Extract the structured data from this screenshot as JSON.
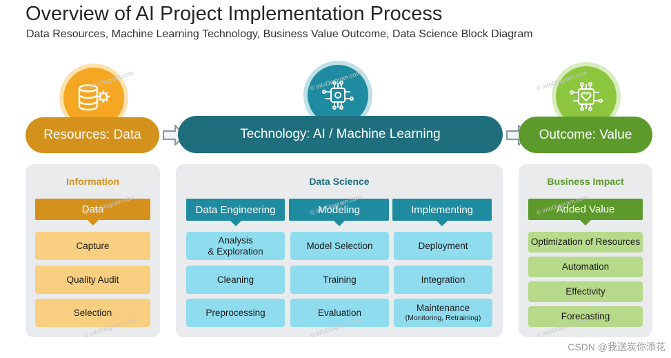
{
  "header": {
    "title": "Overview of AI Project Implementation Process",
    "subtitle": "Data Resources, Machine Learning Technology, Business Value Outcome, Data Science Block Diagram"
  },
  "stages": {
    "resources": {
      "label": "Resources: Data",
      "icon": "database-gear-icon",
      "color": "#d4911c",
      "ring": "#f7c86a"
    },
    "technology": {
      "label": "Technology: AI / Machine Learning",
      "icon": "circuit-brain-icon",
      "color": "#1e6e7e",
      "ring": "#2f97a8"
    },
    "outcome": {
      "label": "Outcome: Value",
      "icon": "circuit-heart-icon",
      "color": "#5d9a2c",
      "ring": "#8cc63f"
    }
  },
  "information": {
    "title": "Information",
    "header": "Data",
    "items": [
      "Capture",
      "Quality Audit",
      "Selection"
    ]
  },
  "data_science": {
    "title": "Data Science",
    "columns": [
      {
        "header": "Data Engineering",
        "items": [
          "Analysis\n& Exploration",
          "Cleaning",
          "Preprocessing"
        ]
      },
      {
        "header": "Modeling",
        "items": [
          "Model Selection",
          "Training",
          "Evaluation"
        ]
      },
      {
        "header": "Implementing",
        "items": [
          "Deployment",
          "Integration",
          "Maintenance"
        ],
        "note": "(Monitoring, Retraining)"
      }
    ]
  },
  "business": {
    "title": "Business Impact",
    "header": "Added Value",
    "items": [
      "Optimization of Resources",
      "Automation",
      "Effectivity",
      "Forecasting"
    ]
  },
  "watermark": "© infoDiagram.com",
  "credit": "CSDN @我送炭你添花",
  "colors": {
    "orange": "#d4911c",
    "teal": "#1e6e7e",
    "teal_header": "#1f8ba0",
    "green": "#5d9a2c",
    "yellow_cell": "#f8cf80",
    "blue_cell": "#8fdcee",
    "green_cell": "#b6d98a"
  }
}
